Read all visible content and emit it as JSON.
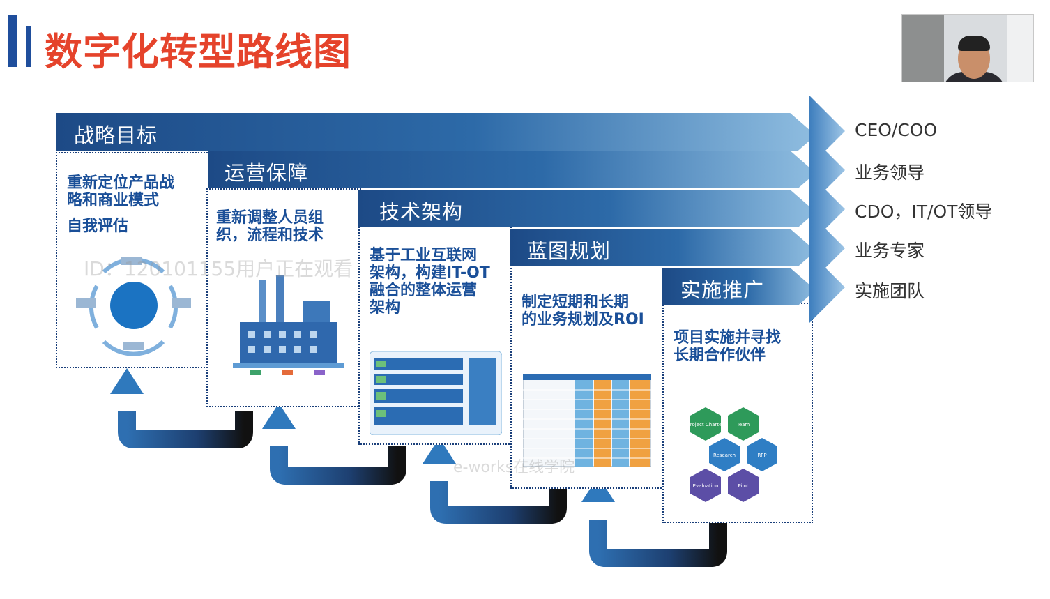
{
  "title": "数字化转型路线图",
  "stages": [
    {
      "band": "战略目标",
      "desc": [
        "重新定位产品战",
        "略和商业模式"
      ],
      "extra": "自我评估",
      "owner": "CEO/COO"
    },
    {
      "band": "运营保障",
      "desc": [
        "重新调整人员组",
        "织，流程和技术"
      ],
      "owner": "业务领导"
    },
    {
      "band": "技术架构",
      "desc": [
        "基于工业互联网",
        "架构，构建IT-OT",
        "融合的整体运营",
        "架构"
      ],
      "owner": "CDO，IT/OT领导"
    },
    {
      "band": "蓝图规划",
      "desc": [
        "制定短期和长期",
        "的业务规划及ROI"
      ],
      "owner": "业务专家"
    },
    {
      "band": "实施推广",
      "desc": [
        "项目实施并寻找",
        "长期合作伙伴"
      ],
      "owner": "实施团队"
    }
  ],
  "watermarks": {
    "id": "ID：120101155用户正在观看",
    "site": "e-works在线学院"
  },
  "hex_labels": [
    "Project Charter",
    "Team",
    "Research",
    "RFP",
    "Evaluation",
    "Pilot"
  ],
  "colors": {
    "title": "#e5432b",
    "band_dark": "#1d4a86",
    "band_light": "#8fbde0",
    "panel_text": "#1a4f98"
  }
}
